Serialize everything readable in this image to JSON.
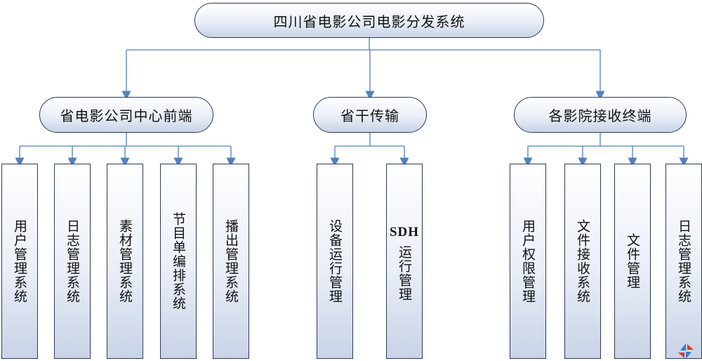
{
  "root": {
    "label": "四川省电影公司电影分发系统"
  },
  "groups": [
    {
      "label": "省电影公司中心前端",
      "children": [
        "用户管理系统",
        "日志管理系统",
        "素材管理系统",
        "节目单编排系统",
        "播出管理系统"
      ]
    },
    {
      "label": "省干传输",
      "children": [
        "设备运行管理",
        "SDH运行管理"
      ]
    },
    {
      "label": "各影院接收终端",
      "children": [
        "用户权限管理",
        "文件接收系统",
        "文件管理",
        "日志管理系统"
      ]
    }
  ],
  "colors": {
    "connector": "#4f81bd",
    "border": "#2b3a55",
    "fill_top": "#ffffff",
    "fill_bottom": "#c9d3e6"
  },
  "logo_icon": "watermark-logo-icon"
}
